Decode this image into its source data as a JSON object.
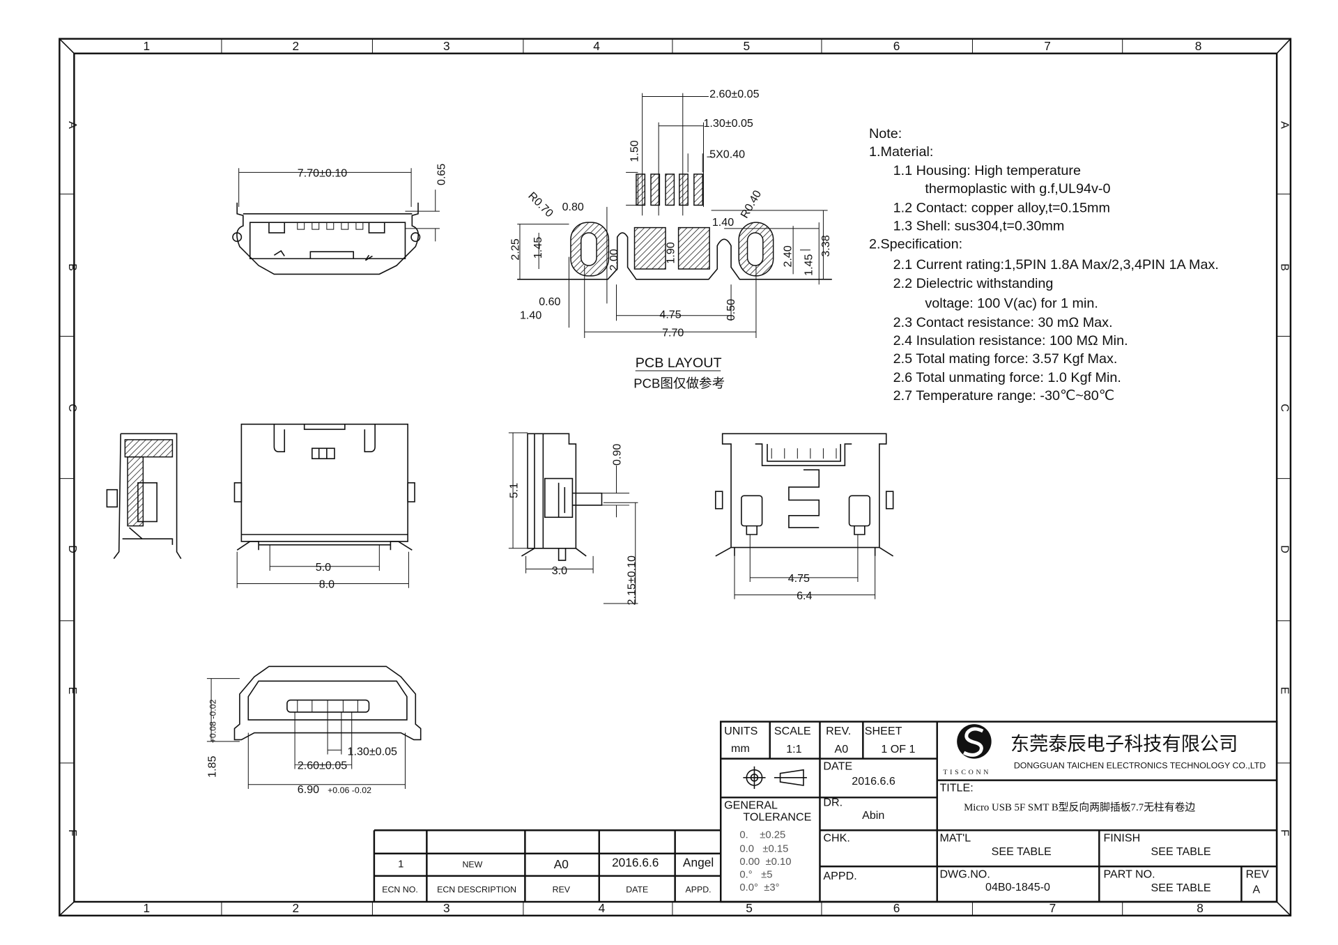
{
  "frame": {
    "columns": [
      "1",
      "2",
      "3",
      "4",
      "5",
      "6",
      "7",
      "8"
    ],
    "rows": [
      "A",
      "B",
      "C",
      "D",
      "E",
      "F"
    ]
  },
  "notes": {
    "heading": "Note:",
    "material": "1.Material:",
    "m1": "1.1  Housing:  High  temperature",
    "m1b": "thermoplastic  with  g.f,UL94v-0",
    "m2": "1.2  Contact:  copper  alloy,t=0.15mm",
    "m3": "1.3  Shell:  sus304,t=0.30mm",
    "spec": "2.Specification:",
    "s1": "2.1  Current  rating:1,5PIN  1.8A  Max/2,3,4PIN  1A  Max.",
    "s2": "2.2  Dielectric  withstanding",
    "s2b": "voltage:  100  V(ac)  for  1  min.",
    "s3": "2.3  Contact  resistance:  30  mΩ  Max.",
    "s4": "2.4  Insulation  resistance:  100  MΩ  Min.",
    "s5": "2.5  Total  mating  force:  3.57  Kgf  Max.",
    "s6": "2.6  Total  unmating  force:  1.0  Kgf  Min.",
    "s7": "2.7  Temperature  range:  -30℃~80℃"
  },
  "pcb": {
    "title": "PCB LAYOUT",
    "subtitle": "PCB图仅做参考",
    "d260": "2.60±0.05",
    "d130": "1.30±0.05",
    "d5x": "5X0.40",
    "d150": "1.50",
    "r070": "R0.70",
    "d080": "0.80",
    "d225": "2.25",
    "d145a": "1.45",
    "d200": "2.00",
    "d190": "1.90",
    "d140a": "1.40",
    "r040": "R0.40",
    "d240": "2.40",
    "d145b": "1.45",
    "d338": "3.38",
    "d060": "0.60",
    "d140b": "1.40",
    "d475": "4.75",
    "d050": "0.50",
    "d770": "7.70"
  },
  "views": {
    "front_top_width": "7.70±0.10",
    "front_top_height": "0.65",
    "top_inner": "5.0",
    "top_outer": "8.0",
    "side_height": "5.1",
    "side_pin": "0.90",
    "side_width": "3.0",
    "side_pos": "2.15±0.10",
    "bottom_inner": "4.75",
    "bottom_outer": "6.4",
    "front_height": "1.85",
    "front_height_tol": "+0.08 -0.02",
    "front_pitch": "1.30±0.05",
    "front_span": "2.60±0.05",
    "front_width": "6.90",
    "front_width_tol": "+0.06 -0.02"
  },
  "title_block": {
    "units_label": "UNITS",
    "units": "mm",
    "scale_label": "SCALE",
    "scale": "1:1",
    "rev_label": "REV.",
    "rev": "A0",
    "sheet_label": "SHEET",
    "sheet": "1 OF 1",
    "date_label": "DATE",
    "date": "2016.6.6",
    "tol_label1": "GENERAL",
    "tol_label2": "TOLERANCE",
    "tolerances": [
      "0.    ±0.25",
      "0.0   ±0.15",
      "0.00  ±0.10",
      "0.°   ±5",
      "0.0°  ±3°"
    ],
    "dr_label": "DR.",
    "dr": "Abin",
    "chk_label": "CHK.",
    "appd_label": "APPD.",
    "company_cn": "东莞泰辰电子科技有限公司",
    "company_en": "DONGGUAN TAICHEN ELECTRONICS TECHNOLOGY CO.,LTD",
    "logo_text": "TISCONN",
    "title_label": "TITLE:",
    "title": "Micro USB 5F SMT B型反向两脚插板7.7无柱有卷边",
    "matl_label": "MAT'L",
    "matl": "SEE TABLE",
    "finish_label": "FINISH",
    "finish": "SEE TABLE",
    "dwg_label": "DWG.NO.",
    "dwg": "04B0-1845-0",
    "part_label": "PART NO.",
    "part": "SEE TABLE",
    "rev2_label": "REV",
    "rev2": "A"
  },
  "ecn": {
    "row": {
      "no": "1",
      "desc": "NEW",
      "rev": "A0",
      "date": "2016.6.6",
      "appd": "Angel"
    },
    "headers": {
      "no": "ECN NO.",
      "desc": "ECN  DESCRIPTION",
      "rev": "REV",
      "date": "DATE",
      "appd": "APPD."
    }
  }
}
